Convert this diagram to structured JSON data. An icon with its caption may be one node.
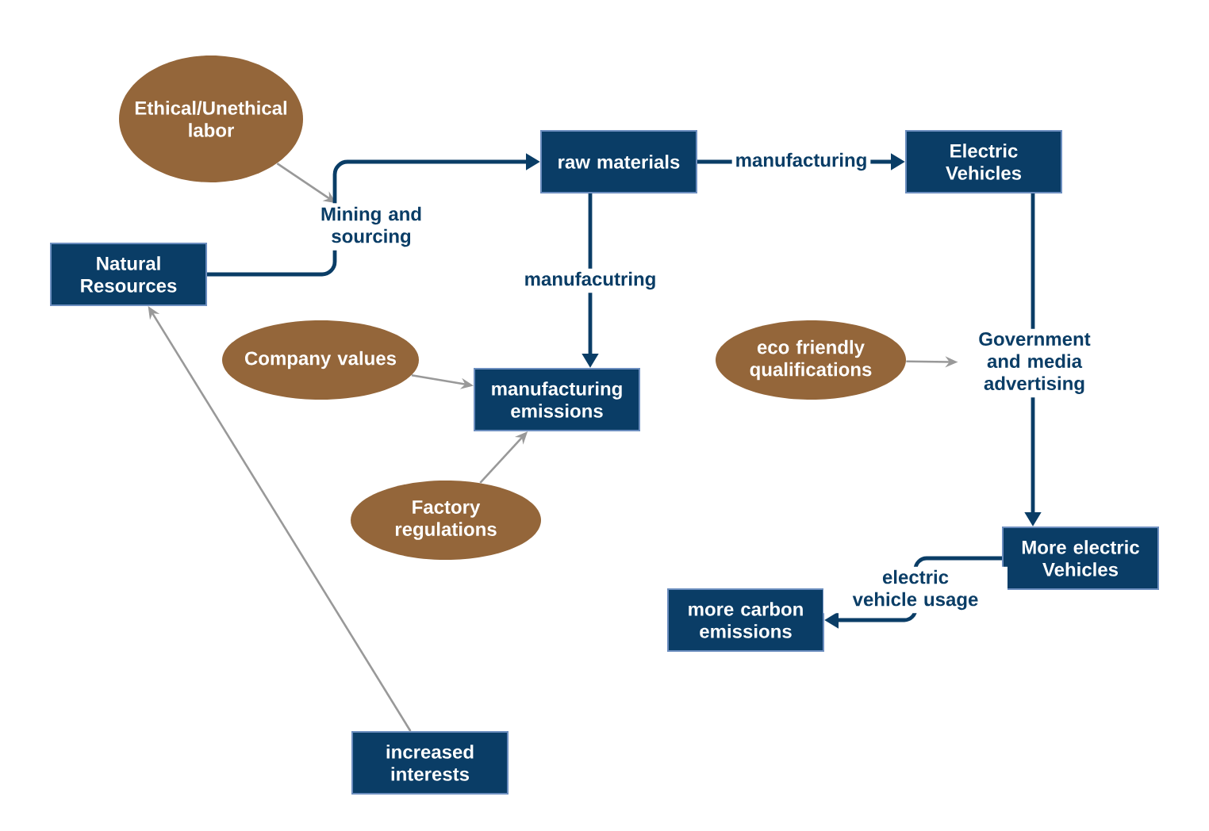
{
  "diagram": {
    "nodes": [
      {
        "text": [
          "Ethical/Unethical labor"
        ]
      },
      {
        "text": [
          "Natural Resources"
        ]
      },
      {
        "text": [
          "Mining and sourcing"
        ]
      },
      {
        "text": [
          "raw materials"
        ]
      },
      {
        "text": [
          "Electric Vehicles"
        ]
      },
      {
        "text": [
          "Company values"
        ]
      },
      {
        "text": [
          "manufacturing emissions"
        ]
      },
      {
        "text": [
          "eco friendly qualifications"
        ]
      },
      {
        "text": [
          "Government and media advertising"
        ]
      },
      {
        "text": [
          "Factory regulations"
        ]
      },
      {
        "text": [
          "More electric Vehicles"
        ]
      },
      {
        "text": [
          "more carbon emissions"
        ]
      },
      {
        "text": [
          "increased interests"
        ]
      }
    ],
    "edges": [
      {
        "from": 0,
        "to": 2,
        "arrow": "to",
        "color": "#999999"
      },
      {
        "from": 1,
        "to": 2,
        "arrow": "none"
      },
      {
        "from": 2,
        "to": 3,
        "arrow": "to"
      },
      {
        "from": 3,
        "to": 4,
        "arrow": "to",
        "label": "manufacturing"
      },
      {
        "from": 3,
        "to": 6,
        "arrow": "to",
        "label": "manufacutring"
      },
      {
        "from": 5,
        "to": 6,
        "arrow": "to",
        "color": "#999999"
      },
      {
        "from": 9,
        "to": 6,
        "arrow": "to",
        "color": "#999999"
      },
      {
        "from": 4,
        "to": 8,
        "arrow": "none"
      },
      {
        "from": 7,
        "to": 8,
        "arrow": "to",
        "color": "#999999"
      },
      {
        "from": 8,
        "to": 10,
        "arrow": "to"
      },
      {
        "from": 10,
        "to": 11,
        "arrow": "to",
        "label": "electric vehicle usage"
      },
      {
        "from": 12,
        "to": 1,
        "arrow": "to",
        "color": "#999999"
      }
    ]
  }
}
